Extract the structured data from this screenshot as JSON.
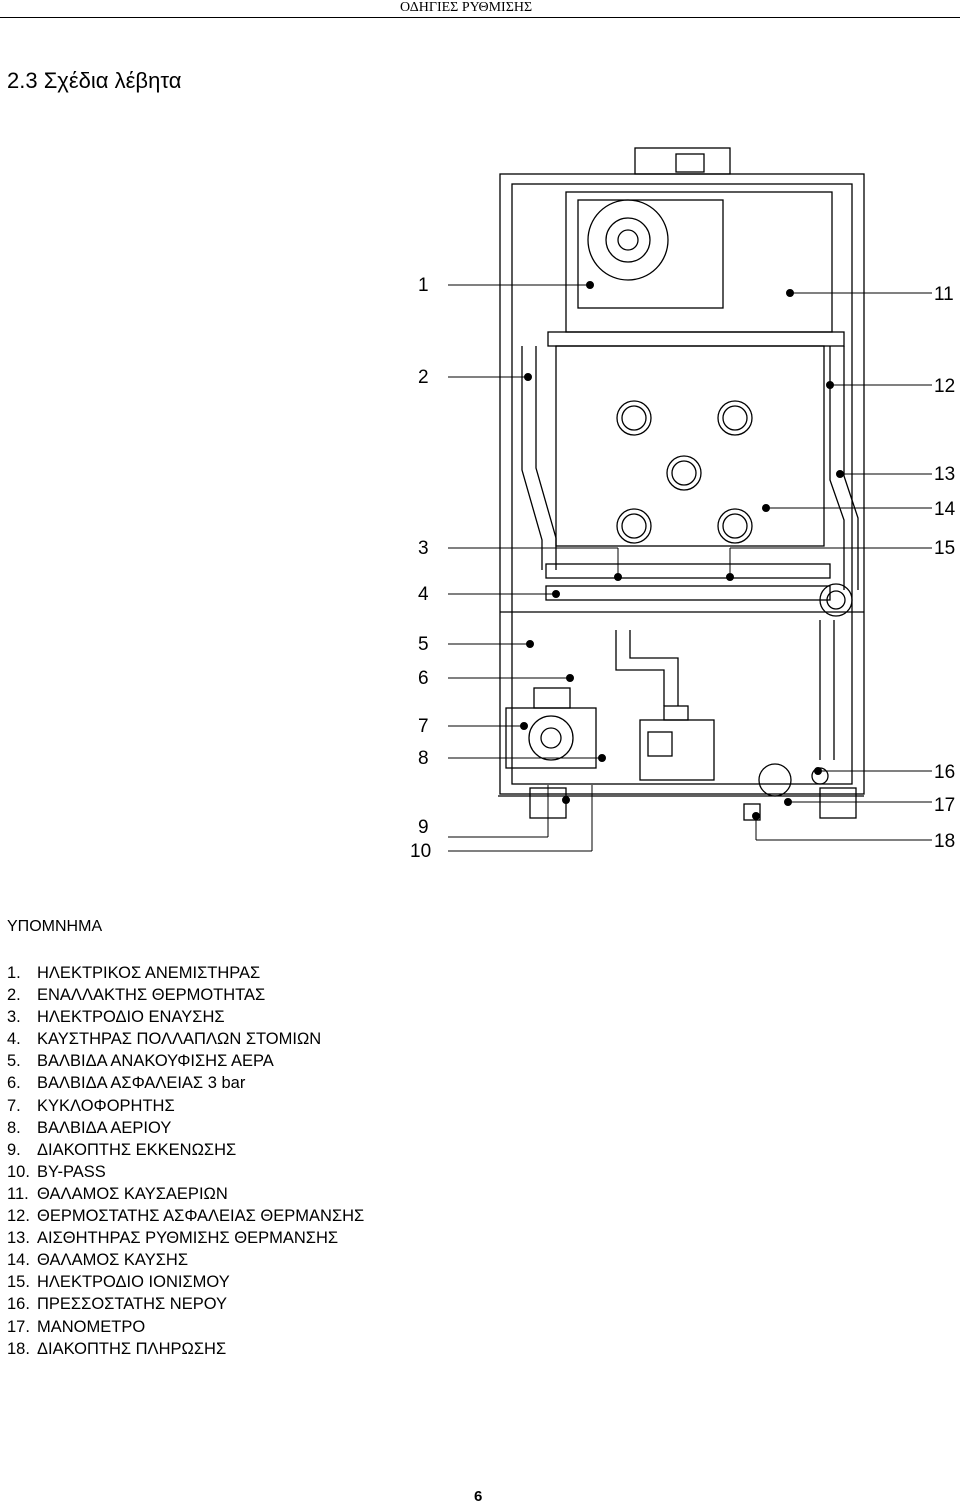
{
  "header": {
    "text": "ΟΔΗΓΙΕΣ ΡΥΘΜΙΣΗΣ"
  },
  "section_title": "2.3 Σχέδια λέβητα",
  "diagram": {
    "callouts": [
      "1",
      "2",
      "3",
      "4",
      "5",
      "6",
      "7",
      "8",
      "9",
      "10",
      "11",
      "12",
      "13",
      "14",
      "15",
      "16",
      "17",
      "18"
    ],
    "unit_label": "3 bar"
  },
  "legend": {
    "title": "ΥΠΟΜΝΗΜΑ",
    "items": [
      {
        "num": "1.",
        "label": "ΗΛΕΚΤΡΙΚΟΣ ΑΝΕΜΙΣΤΗΡΑΣ"
      },
      {
        "num": "2.",
        "label": "ΕΝΑΛΛΑΚΤΗΣ ΘΕΡΜΟΤΗΤΑΣ"
      },
      {
        "num": "3.",
        "label": "ΗΛΕΚΤΡΟΔΙΟ ΕΝΑΥΣΗΣ"
      },
      {
        "num": "4.",
        "label": "ΚΑΥΣΤΗΡΑΣ ΠΟΛΛΑΠΛΩΝ ΣΤΟΜΙΩΝ"
      },
      {
        "num": "5.",
        "label": "ΒΑΛΒΙΔΑ ΑΝΑΚΟΥΦΙΣΗΣ ΑΕΡΑ"
      },
      {
        "num": "6.",
        "label": "ΒΑΛΒΙΔΑ ΑΣΦΑΛΕΙΑΣ 3 bar"
      },
      {
        "num": "7.",
        "label": "ΚΥΚΛΟΦΟΡΗΤΗΣ"
      },
      {
        "num": "8.",
        "label": "ΒΑΛΒΙΔΑ ΑΕΡΙΟΥ"
      },
      {
        "num": "9.",
        "label": "ΔΙΑΚΟΠΤΗΣ ΕΚΚΕΝΩΣΗΣ"
      },
      {
        "num": "10.",
        "label": "BY-PASS"
      },
      {
        "num": "11.",
        "label": "ΘΑΛΑΜΟΣ ΚΑΥΣΑΕΡΙΩΝ"
      },
      {
        "num": "12.",
        "label": "ΘΕΡΜΟΣΤΑΤΗΣ ΑΣΦΑΛΕΙΑΣ ΘΕΡΜΑΝΣΗΣ"
      },
      {
        "num": "13.",
        "label": "ΑΙΣΘΗΤΗΡΑΣ ΡΥΘΜΙΣΗΣ ΘΕΡΜΑΝΣΗΣ"
      },
      {
        "num": "14.",
        "label": "ΘΑΛΑΜΟΣ ΚΑΥΣΗΣ"
      },
      {
        "num": "15.",
        "label": "ΗΛΕΚΤΡΟΔΙΟ ΙΟΝΙΣΜΟΥ"
      },
      {
        "num": "16.",
        "label": "ΠΡΕΣΣΟΣΤΑΤΗΣ ΝΕΡΟΥ"
      },
      {
        "num": "17.",
        "label": "ΜΑΝΟΜΕΤΡΟ"
      },
      {
        "num": "18.",
        "label": "ΔΙΑΚΟΠΤΗΣ ΠΛΗΡΩΣΗΣ"
      }
    ]
  },
  "page_number": "6"
}
